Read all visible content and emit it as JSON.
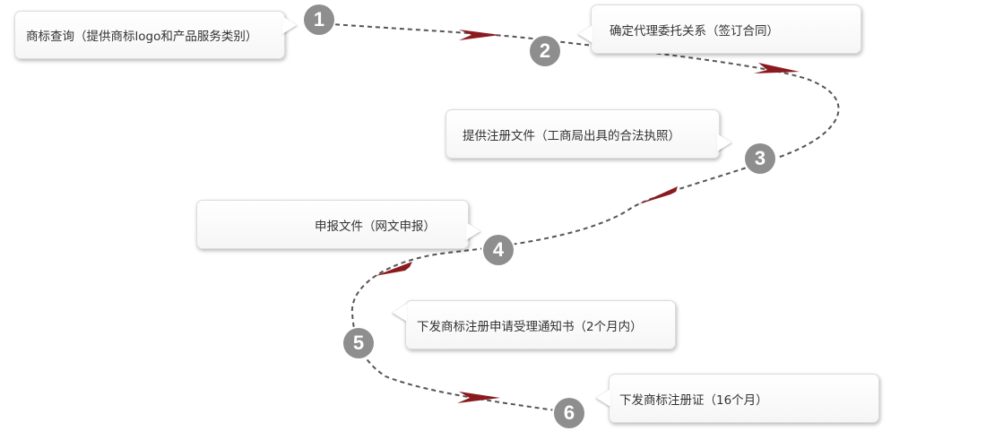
{
  "colors": {
    "arrow": "#8b1a1f",
    "path": "#555555",
    "badge": "#8e8e8e"
  },
  "steps": [
    {
      "number": "1",
      "label": "商标查询（提供商标logo和产品服务类别）"
    },
    {
      "number": "2",
      "label": "确定代理委托关系（签订合同）"
    },
    {
      "number": "3",
      "label": "提供注册文件（工商局出具的合法执照）"
    },
    {
      "number": "4",
      "label": "申报文件（网文申报）"
    },
    {
      "number": "5",
      "label": "下发商标注册申请受理通知书（2个月内）"
    },
    {
      "number": "6",
      "label": "下发商标注册证（16个月）"
    }
  ]
}
